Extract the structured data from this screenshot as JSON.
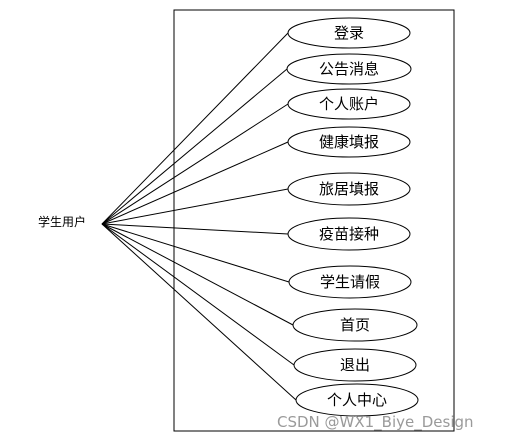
{
  "actor": {
    "label": "学生用户"
  },
  "use_cases": [
    {
      "label": "登录"
    },
    {
      "label": "公告消息"
    },
    {
      "label": "个人账户"
    },
    {
      "label": "健康填报"
    },
    {
      "label": "旅居填报"
    },
    {
      "label": "疫苗接种"
    },
    {
      "label": "学生请假"
    },
    {
      "label": "首页"
    },
    {
      "label": "退出"
    },
    {
      "label": "个人中心"
    }
  ],
  "watermark": "CSDN @WX1_Biye_Design"
}
